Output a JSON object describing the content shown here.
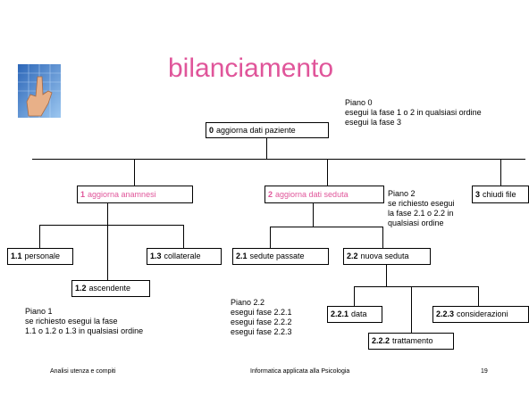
{
  "slide": {
    "title": "bilanciamento",
    "colors": {
      "accent": "#e0559a",
      "line": "#000000"
    }
  },
  "logo": {
    "icon": "hand-touch-icon"
  },
  "nodes": {
    "n0": {
      "num": "0",
      "label": "aggiorna dati paziente"
    },
    "n1": {
      "num": "1",
      "label": "aggiorna anamnesi"
    },
    "n2": {
      "num": "2",
      "label": "aggiorna dati seduta"
    },
    "n3": {
      "num": "3",
      "label": "chiudi file"
    },
    "n11": {
      "num": "1.1",
      "label": "personale"
    },
    "n12": {
      "num": "1.2",
      "label": "ascendente"
    },
    "n13": {
      "num": "1.3",
      "label": "collaterale"
    },
    "n21": {
      "num": "2.1",
      "label": "sedute passate"
    },
    "n22": {
      "num": "2.2",
      "label": "nuova seduta"
    },
    "n221": {
      "num": "2.2.1",
      "label": "data"
    },
    "n222": {
      "num": "2.2.2",
      "label": "trattamento"
    },
    "n223": {
      "num": "2.2.3",
      "label": "considerazioni"
    }
  },
  "plans": {
    "p0": [
      "Piano 0",
      "esegui la fase 1 o 2 in qualsiasi ordine",
      "esegui la fase 3"
    ],
    "p1": [
      "Piano 1",
      "se richiesto esegui la fase",
      "1.1 o 1.2 o 1.3 in qualsiasi ordine"
    ],
    "p2": [
      "Piano 2",
      "se richiesto esegui",
      "la fase 2.1 o 2.2 in",
      "qualsiasi ordine"
    ],
    "p22": [
      "Piano 2.2",
      "esegui fase 2.2.1",
      "esegui fase 2.2.2",
      "esegui fase 2.2.3"
    ]
  },
  "footer": {
    "left": "Analisi utenza e compiti",
    "center": "Informatica applicata alla Psicologia",
    "page": "19"
  }
}
